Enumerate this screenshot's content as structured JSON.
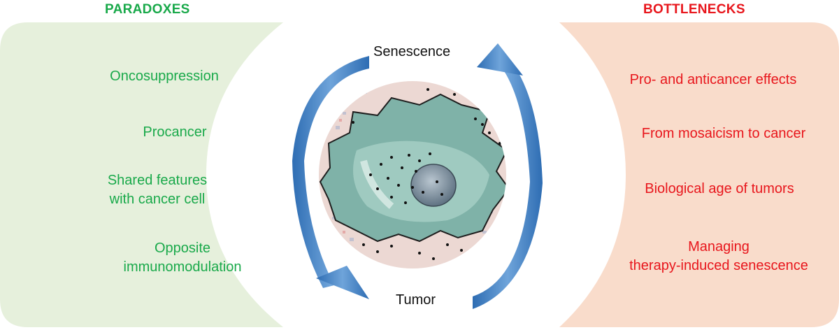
{
  "left_panel": {
    "heading": "PARADOXES",
    "color": "#19a94a",
    "background": "#e6f0dc",
    "items": [
      {
        "lines": [
          "Oncosuppression"
        ]
      },
      {
        "lines": [
          "Procancer"
        ]
      },
      {
        "lines": [
          "Shared features",
          "with cancer cell"
        ]
      },
      {
        "lines": [
          "Opposite",
          "immunomodulation"
        ]
      }
    ]
  },
  "right_panel": {
    "heading": "BOTTLENECKS",
    "color": "#e8161c",
    "background": "#f9dccb",
    "items": [
      {
        "lines": [
          "Pro- and anticancer effects"
        ]
      },
      {
        "lines": [
          "From mosaicism to cancer"
        ]
      },
      {
        "lines": [
          "Biological age of tumors"
        ]
      },
      {
        "lines": [
          "Managing",
          "therapy-induced senescence"
        ]
      }
    ]
  },
  "cycle": {
    "top_label": "Senescence",
    "bottom_label": "Tumor",
    "arrow_color": "#3b7dc4"
  },
  "cell_image": {
    "icon": "senescent-cell-illustration"
  }
}
